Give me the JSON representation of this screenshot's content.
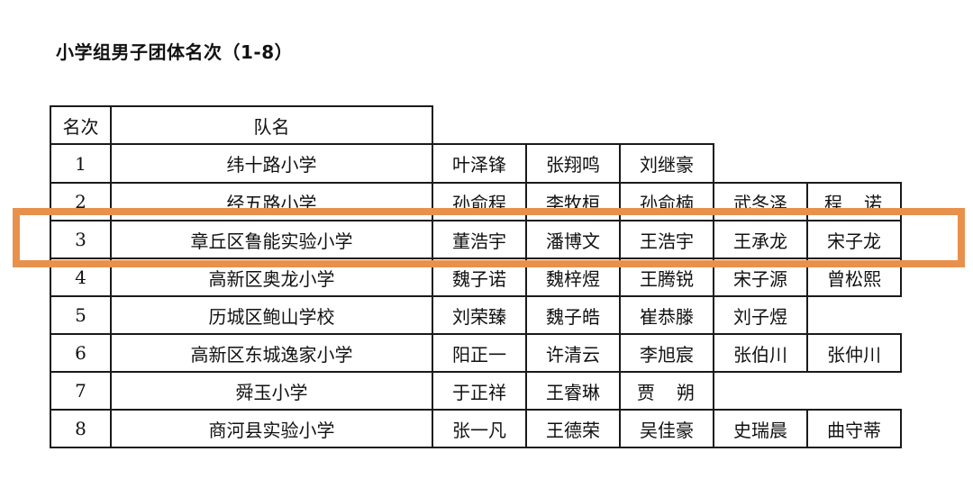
{
  "title": "小学组男子团体名次（1-8）",
  "header": {
    "rank": "名次",
    "team": "队名"
  },
  "rows": [
    {
      "rank": "1",
      "team": "纬十路小学",
      "players": [
        "叶泽锋",
        "张翔鸣",
        "刘继豪"
      ]
    },
    {
      "rank": "2",
      "team": "经五路小学",
      "players": [
        "孙俞程",
        "李牧桓",
        "孙俞楠",
        "武冬泽",
        "程　诺"
      ]
    },
    {
      "rank": "3",
      "team": "章丘区鲁能实验小学",
      "players": [
        "董浩宇",
        "潘博文",
        "王浩宇",
        "王承龙",
        "宋子龙"
      ]
    },
    {
      "rank": "4",
      "team": "高新区奥龙小学",
      "players": [
        "魏子诺",
        "魏梓煜",
        "王腾锐",
        "宋子源",
        "曾松熙"
      ]
    },
    {
      "rank": "5",
      "team": "历城区鲍山学校",
      "players": [
        "刘荣臻",
        "魏子皓",
        "崔恭滕",
        "刘子煜"
      ]
    },
    {
      "rank": "6",
      "team": "高新区东城逸家小学",
      "players": [
        "阳正一",
        "许清云",
        "李旭宸",
        "张伯川",
        "张仲川"
      ]
    },
    {
      "rank": "7",
      "team": "舜玉小学",
      "players": [
        "于正祥",
        "王睿琳",
        "贾　朔"
      ]
    },
    {
      "rank": "8",
      "team": "商河县实验小学",
      "players": [
        "张一凡",
        "王德荣",
        "吴佳豪",
        "史瑞晨",
        "曲守蒂"
      ]
    }
  ],
  "highlight_color": "#e8914d"
}
